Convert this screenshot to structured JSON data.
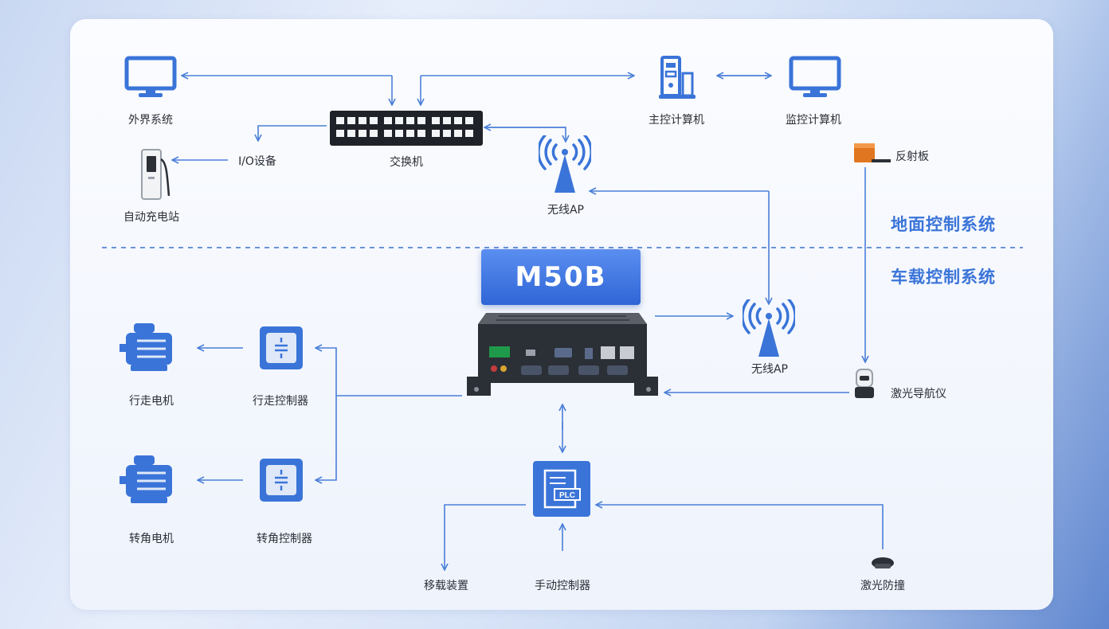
{
  "sections": {
    "ground": "地面控制系统",
    "vehicle": "车载控制系统"
  },
  "controller_badge": "M50B",
  "nodes": {
    "external_system": "外界系统",
    "switch": "交换机",
    "io_device": "I/O设备",
    "charging_station": "自动充电站",
    "wireless_ap_ground": "无线AP",
    "master_computer": "主控计算机",
    "monitor_computer": "监控计算机",
    "reflector": "反射板",
    "wireless_ap_vehicle": "无线AP",
    "laser_navigator": "激光导航仪",
    "drive_motor": "行走电机",
    "drive_controller": "行走控制器",
    "steering_motor": "转角电机",
    "steering_controller": "转角控制器",
    "plc_label": "PLC",
    "transfer_device": "移载装置",
    "manual_controller": "手动控制器",
    "laser_anticollision": "激光防撞"
  },
  "colors": {
    "accent": "#3a74d8",
    "line": "#4a7fd8",
    "dark_device": "#2b2f36"
  }
}
